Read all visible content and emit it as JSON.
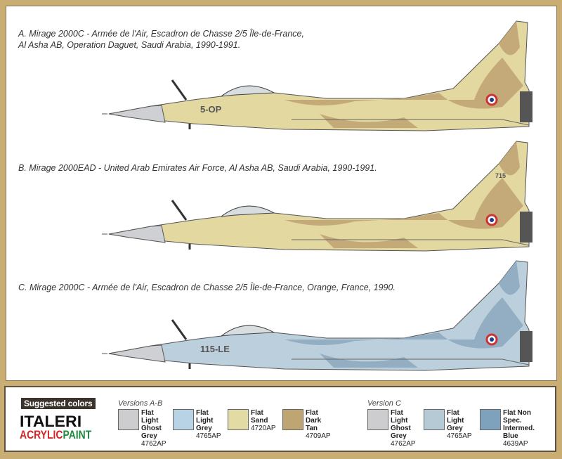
{
  "versions": [
    {
      "caption_lines": [
        "A. Mirage 2000C - Armée de l'Air, Escadron de Chasse 2/5 Île-de-France,",
        "Al Asha AB, Operation Daguet, Saudi Arabia, 1990-1991."
      ],
      "marking": "5-OP",
      "base_color": "#e2d8a0",
      "camo_color": "#c2a574"
    },
    {
      "caption_lines": [
        "B. Mirage 2000EAD - United Arab Emirates Air Force, Al Asha AB, Saudi Arabia, 1990-1991."
      ],
      "marking": "715",
      "base_color": "#e2d8a0",
      "camo_color": "#c2a574"
    },
    {
      "caption_lines": [
        "C. Mirage 2000C -  Armée de l'Air, Escadron de Chasse 2/5 Île-de-France, Orange, France, 1990."
      ],
      "marking": "115-LE",
      "base_color": "#bccfdc",
      "camo_color": "#8eaabf"
    }
  ],
  "legend": {
    "title": "Suggested colors",
    "brand_line1": "ITALERI",
    "brand_acrylic": "ACRYLIC",
    "brand_paint": "PAINT",
    "groups": [
      {
        "title": "Versions A-B",
        "colors": [
          {
            "name": "Flat Light Ghost Grey",
            "code": "4762AP",
            "hex": "#cdcdcf"
          },
          {
            "name": "Flat Light Grey",
            "code": "4765AP",
            "hex": "#b9d3e6"
          },
          {
            "name": "Flat Sand",
            "code": "4720AP",
            "hex": "#e2dca4"
          },
          {
            "name": "Flat Dark Tan",
            "code": "4709AP",
            "hex": "#bfa572"
          }
        ]
      },
      {
        "title": "Version C",
        "colors": [
          {
            "name": "Flat Light Ghost Grey",
            "code": "4762AP",
            "hex": "#cdcdcf"
          },
          {
            "name": "Flat Light Grey",
            "code": "4765AP",
            "hex": "#b6cad6"
          },
          {
            "name": "Flat Non Spec. Intermed. Blue",
            "code": "4639AP",
            "hex": "#7ea2bb"
          }
        ]
      }
    ]
  }
}
